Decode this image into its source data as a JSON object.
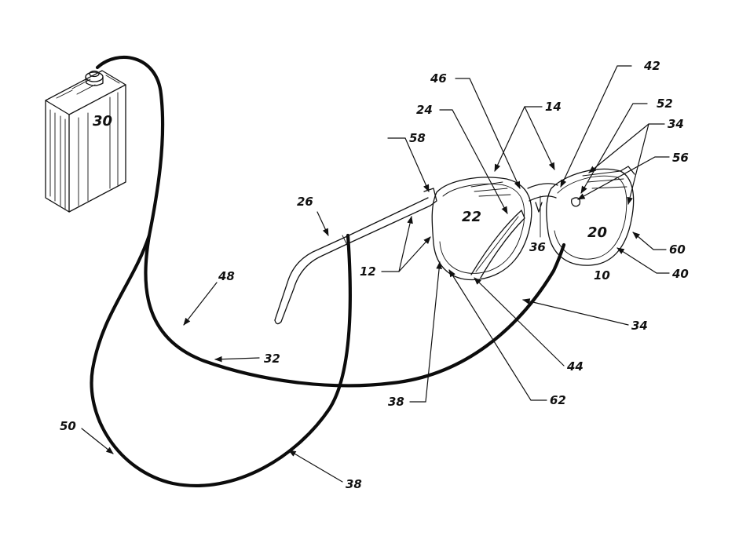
{
  "figure": {
    "background": "#ffffff",
    "ink": "#111111"
  },
  "labels": {
    "ref_10": "10",
    "ref_12": "12",
    "ref_14": "14",
    "ref_20": "20",
    "ref_22": "22",
    "ref_24": "24",
    "ref_26": "26",
    "ref_30": "30",
    "ref_32": "32",
    "ref_34a": "34",
    "ref_34b": "34",
    "ref_36": "36",
    "ref_38a": "38",
    "ref_38b": "38",
    "ref_40": "40",
    "ref_42": "42",
    "ref_44": "44",
    "ref_46": "46",
    "ref_48": "48",
    "ref_50": "50",
    "ref_52": "52",
    "ref_56": "56",
    "ref_58": "58",
    "ref_60": "60",
    "ref_62": "62"
  }
}
